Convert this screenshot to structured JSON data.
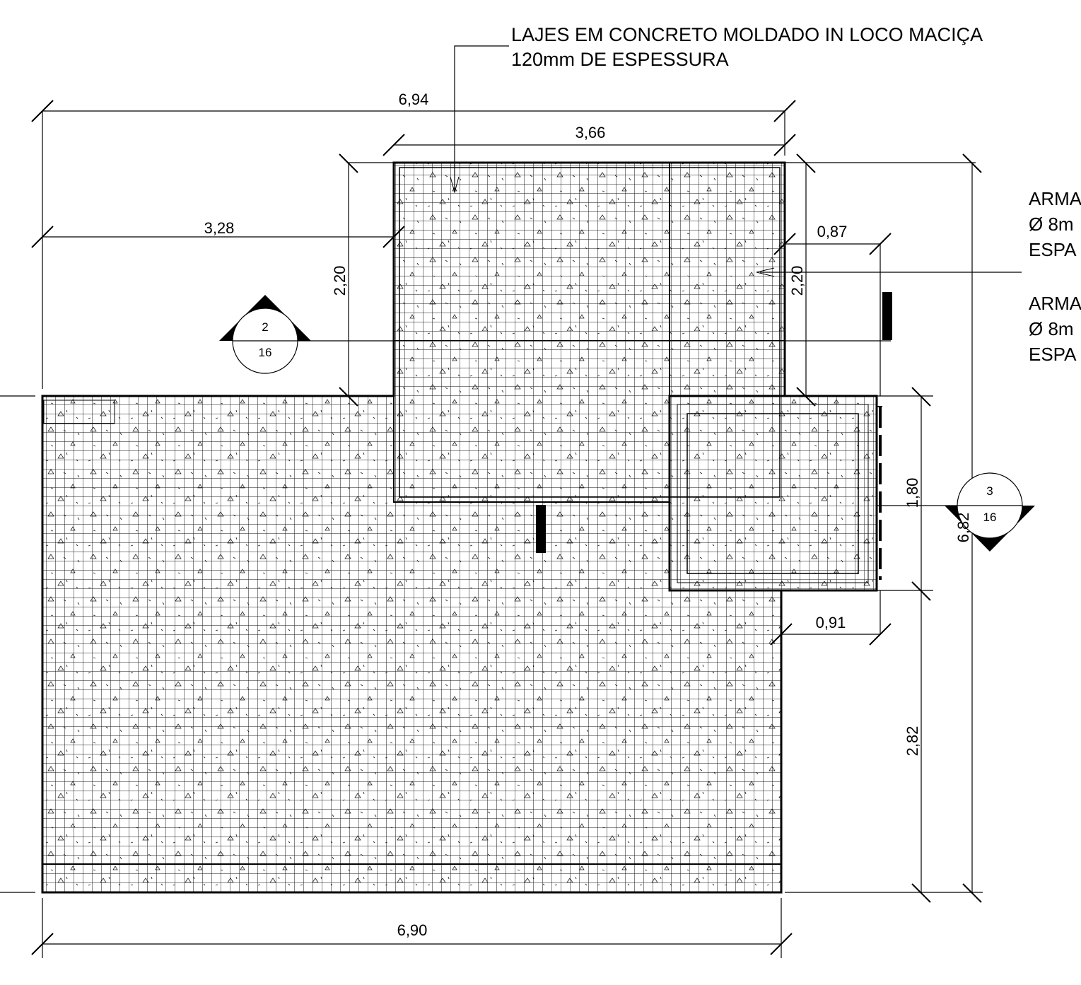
{
  "colors": {
    "line": "#000000",
    "background": "#ffffff",
    "grid": "#111111"
  },
  "annotations": {
    "slab_line1": "LAJES EM CONCRETO MOLDADO IN LOCO MACIÇA",
    "slab_line2": "120mm DE ESPESSURA",
    "rebar_a_line1": "ARMA",
    "rebar_a_line2": "Ø 8m",
    "rebar_a_line3": "ESPA",
    "rebar_b_line1": "ARMA",
    "rebar_b_line2": "Ø 8m",
    "rebar_b_line3": "ESPA"
  },
  "dimensions": {
    "top_overall": "6,94",
    "top_upper_slab": "3,66",
    "left_upper_height": "2,20",
    "right_upper_height": "2,20",
    "left_offset": "3,28",
    "right_offset_upper": "0,87",
    "right_block_height": "1,80",
    "overall_height": "6,82",
    "right_offset_lower": "0,91",
    "lower_height": "2,82",
    "bottom_overall": "6,90"
  },
  "section_marks": [
    {
      "number": "2",
      "sheet": "16"
    },
    {
      "number": "3",
      "sheet": "16"
    }
  ]
}
